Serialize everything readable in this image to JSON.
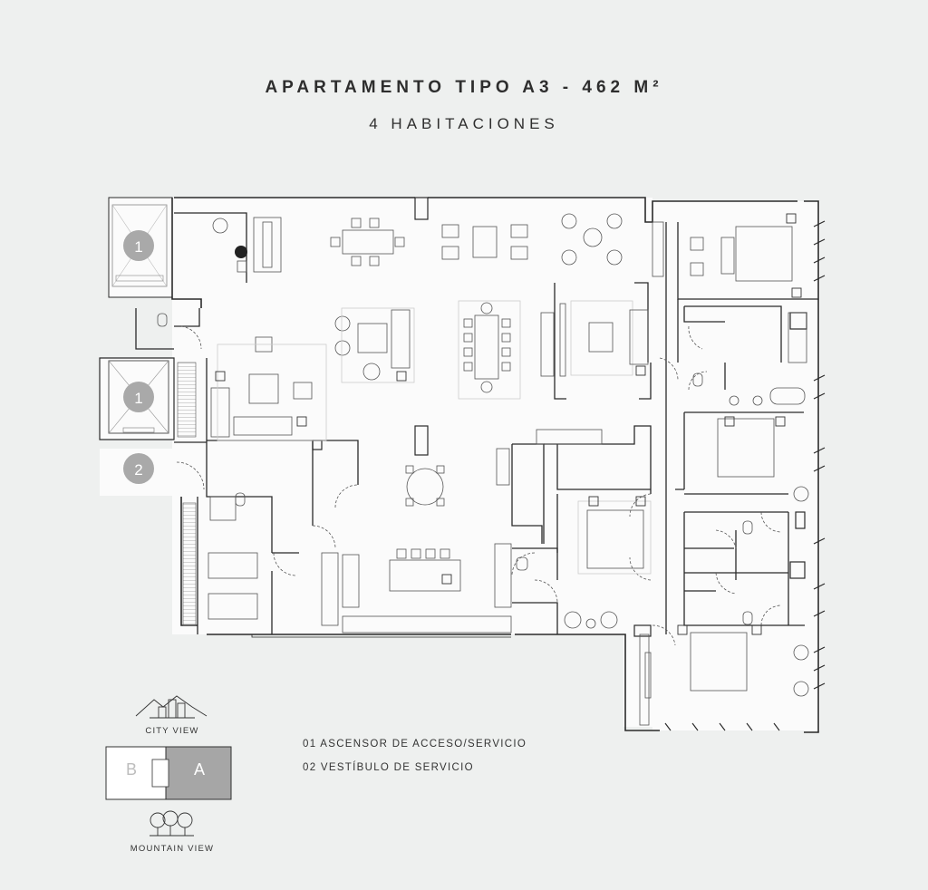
{
  "header": {
    "title": "APARTAMENTO TIPO A3 - 462 M²",
    "subtitle": "4 HABITACIONES"
  },
  "markers": {
    "elevator_top": "1",
    "elevator_mid": "1",
    "service_lobby": "2"
  },
  "legend": {
    "item1": "01 ASCENSOR DE ACCESO/SERVICIO",
    "item2": "02 VESTÍBULO DE SERVICIO"
  },
  "key_plan": {
    "city_view": "CITY VIEW",
    "mountain_view": "MOUNTAIN VIEW",
    "tower_b": "B",
    "tower_a": "A"
  },
  "colors": {
    "background": "#eef0ef",
    "floor": "#fbfbfb",
    "wall": "#2a2a2a",
    "marker": "#a9a9a9",
    "highlight_unit": "#a6a6a6"
  }
}
